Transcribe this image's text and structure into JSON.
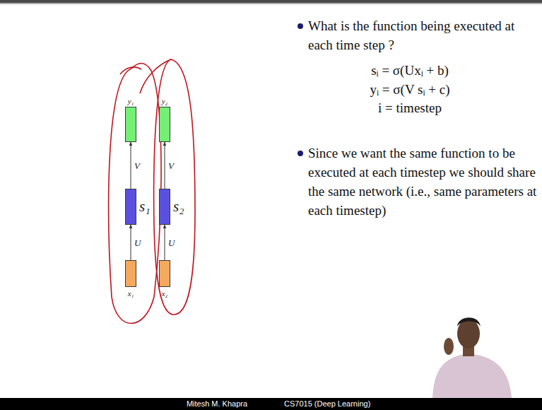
{
  "diagram": {
    "nodes": [
      {
        "text": [
          "y₁"
        ]
      },
      {
        "text": [
          "y₂"
        ]
      },
      {
        "text": [
          "s₁"
        ]
      },
      {
        "text": [
          "s₂"
        ]
      },
      {
        "text": [
          "x₁"
        ]
      },
      {
        "text": [
          "x₂"
        ]
      }
    ],
    "edges": [
      {
        "from": 4,
        "to": 2,
        "arrow": "to",
        "label": "U"
      },
      {
        "from": 2,
        "to": 0,
        "arrow": "to",
        "label": "V"
      },
      {
        "from": 5,
        "to": 3,
        "arrow": "to",
        "label": "U"
      },
      {
        "from": 3,
        "to": 1,
        "arrow": "to",
        "label": "V"
      }
    ],
    "labels": [
      "What is the function being executed at each time step ?",
      "sᵢ = σ(Uxᵢ + b)",
      "yᵢ = σ(V sᵢ + c)",
      "i = timestep",
      "Since we want the same function to be executed at each timestep we should share the same network (i.e., same parameters at each timestep)",
      "Mitesh M. Khapra",
      "CS7015 (Deep Learning)"
    ]
  }
}
